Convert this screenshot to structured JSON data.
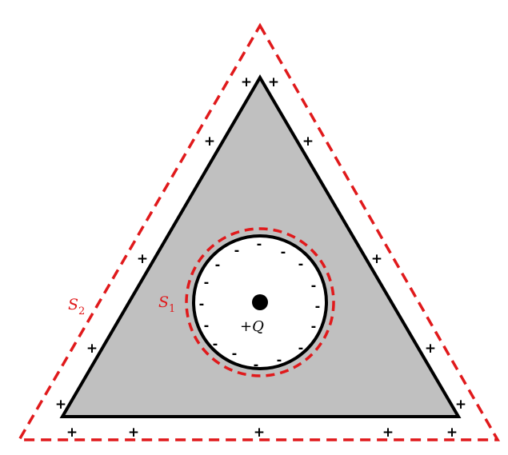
{
  "colors": {
    "conductor_fill": "#c0c0c0",
    "outline": "#000000",
    "gaussian_surface": "#e0191b",
    "cavity_fill": "#ffffff"
  },
  "labels": {
    "s1": {
      "letter": "S",
      "subscript": "1"
    },
    "s2": {
      "letter": "S",
      "subscript": "2"
    },
    "charge": {
      "sign": "+",
      "symbol": "Q"
    }
  },
  "signs": {
    "positive": "+",
    "negative": "-"
  }
}
